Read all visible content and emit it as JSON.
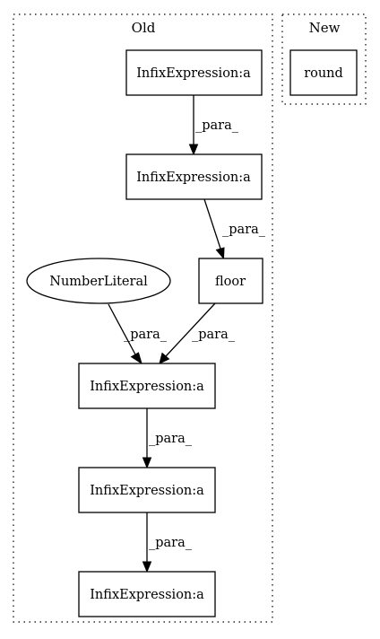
{
  "clusters": {
    "old": {
      "label": "Old"
    },
    "new": {
      "label": "New"
    }
  },
  "nodes": {
    "infix_1": {
      "label": "InfixExpression:a"
    },
    "infix_2": {
      "label": "InfixExpression:a"
    },
    "floor": {
      "label": "floor"
    },
    "number_literal": {
      "label": "NumberLiteral"
    },
    "infix_3": {
      "label": "InfixExpression:a"
    },
    "infix_4": {
      "label": "InfixExpression:a"
    },
    "infix_5": {
      "label": "InfixExpression:a"
    },
    "round": {
      "label": "round"
    }
  },
  "edges": [
    {
      "from": "infix_1",
      "to": "infix_2",
      "label": "_para_"
    },
    {
      "from": "infix_2",
      "to": "floor",
      "label": "_para_"
    },
    {
      "from": "number_literal",
      "to": "infix_3",
      "label": "_para_"
    },
    {
      "from": "floor",
      "to": "infix_3",
      "label": "_para_"
    },
    {
      "from": "infix_3",
      "to": "infix_4",
      "label": "_para_"
    },
    {
      "from": "infix_4",
      "to": "infix_5",
      "label": "_para_"
    }
  ]
}
